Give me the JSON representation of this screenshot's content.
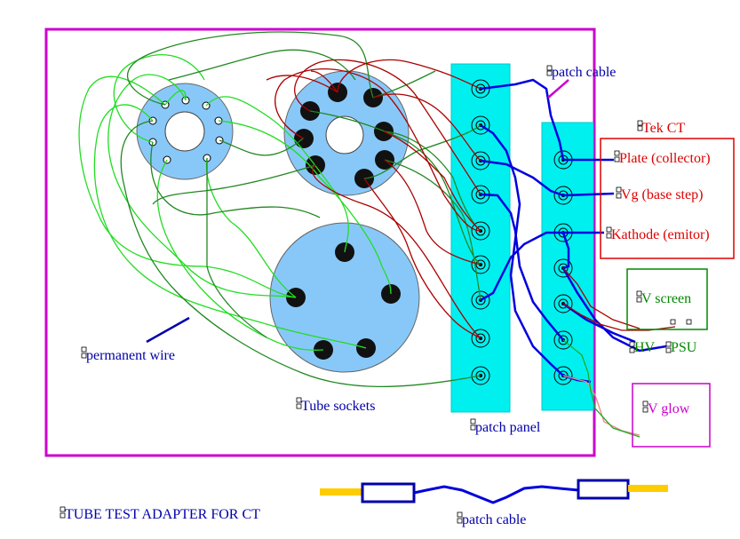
{
  "labels": {
    "patch_cable_top": "patch cable",
    "tek_ct": "Tek CT",
    "plate": "Plate (collector)",
    "vg": "Vg (base step)",
    "kathode": "Kathode (emitor)",
    "v_screen": "V screen",
    "hv": "HV",
    "psu": "PSU",
    "v_glow": "V glow",
    "permanent_wire": "permanent wire",
    "tube_sockets": "Tube sockets",
    "patch_panel": "patch panel",
    "title": "TUBE TEST ADAPTER FOR CT",
    "patch_cable_bottom": "patch cable"
  },
  "colors": {
    "frame": "#cc00cc",
    "socket_fill": "#88c8f8",
    "panel_fill": "#00f0f0",
    "blue_wire": "#0000dd",
    "dark_red_wire": "#aa0000",
    "green_wire": "#22aa22",
    "light_green_wire": "#22dd22",
    "red_box": "#dd0000",
    "green_box": "#008800",
    "glow_box": "#cc00cc",
    "plug_yellow": "#ffcc00",
    "pink_wire": "#ee8888"
  }
}
